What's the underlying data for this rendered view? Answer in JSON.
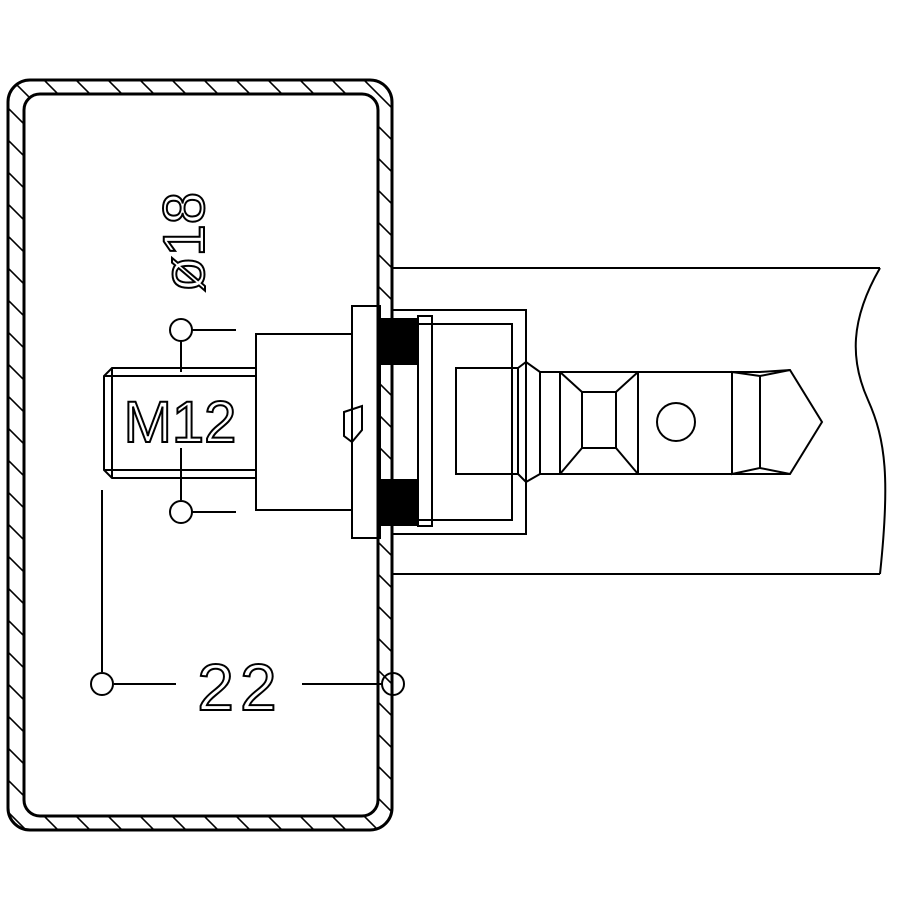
{
  "dimensions": {
    "thread": "M12",
    "diameter": "ø18",
    "width": "22"
  },
  "colors": {
    "line": "#000000",
    "background": "#ffffff",
    "seal": "#000000"
  }
}
